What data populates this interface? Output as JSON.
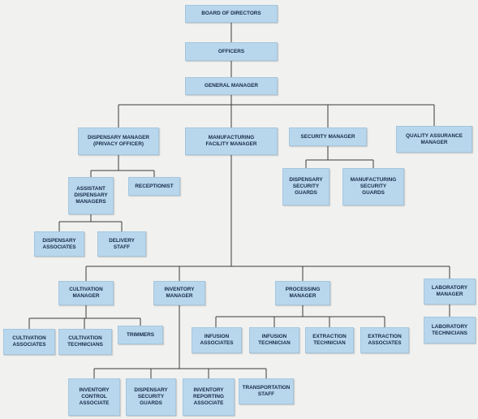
{
  "org_chart": {
    "nodes": {
      "board": "BOARD OF DIRECTORS",
      "officers": "OFFICERS",
      "general_manager": "GENERAL MANAGER",
      "dispensary_manager": "DISPENSARY MANAGER\n(PRIVACY OFFICER)",
      "manufacturing_facility_manager": "MANUFACTURING\nFACILITY MANAGER",
      "security_manager": "SECURITY MANAGER",
      "quality_assurance_manager": "QUALITY ASSURANCE\nMANAGER",
      "assistant_dispensary_managers": "ASSISTANT\nDISPENSARY\nMANAGERS",
      "receptionist": "RECEPTIONIST",
      "dispensary_security_guards": "DISPENSARY\nSECURITY\nGUARDS",
      "manufacturing_security_guards": "MANUFACTURING\nSECURITY\nGUARDS",
      "dispensary_associates": "DISPENSARY\nASSOCIATES",
      "delivery_staff": "DELIVERY\nSTAFF",
      "cultivation_manager": "CULTIVATION\nMANAGER",
      "inventory_manager": "INVENTORY\nMANAGER",
      "processing_manager": "PROCESSING\nMANAGER",
      "laboratory_manager": "LABORATORY\nMANAGER",
      "cultivation_associates": "CULTIVATION\nASSOCIATES",
      "cultivation_technicians": "CULTIVATION\nTECHNICIANS",
      "trimmers": "TRIMMERS",
      "infusion_associates": "INFUSION\nASSOCIATES",
      "infusion_technician": "INFUSION\nTECHNICIAN",
      "extraction_technician": "EXTRACTION\nTECHNICIAN",
      "extraction_associates": "EXTRACTION\nASSOCIATES",
      "laboratory_technicians": "LABORATORY\nTECHNICIANS",
      "inventory_control_associate": "INVENTORY\nCONTROL\nASSOCIATE",
      "inventory_security_guards": "DISPENSARY\nSECURITY\nGUARDS",
      "inventory_reporting_associate": "INVENTORY\nREPORTING\nASSOCIATE",
      "transportation_staff": "TRANSPORTATION\nSTAFF"
    },
    "colors": {
      "box_fill": "#b9d7ec",
      "box_text": "#15294a",
      "connector": "#3a3a3a"
    }
  }
}
